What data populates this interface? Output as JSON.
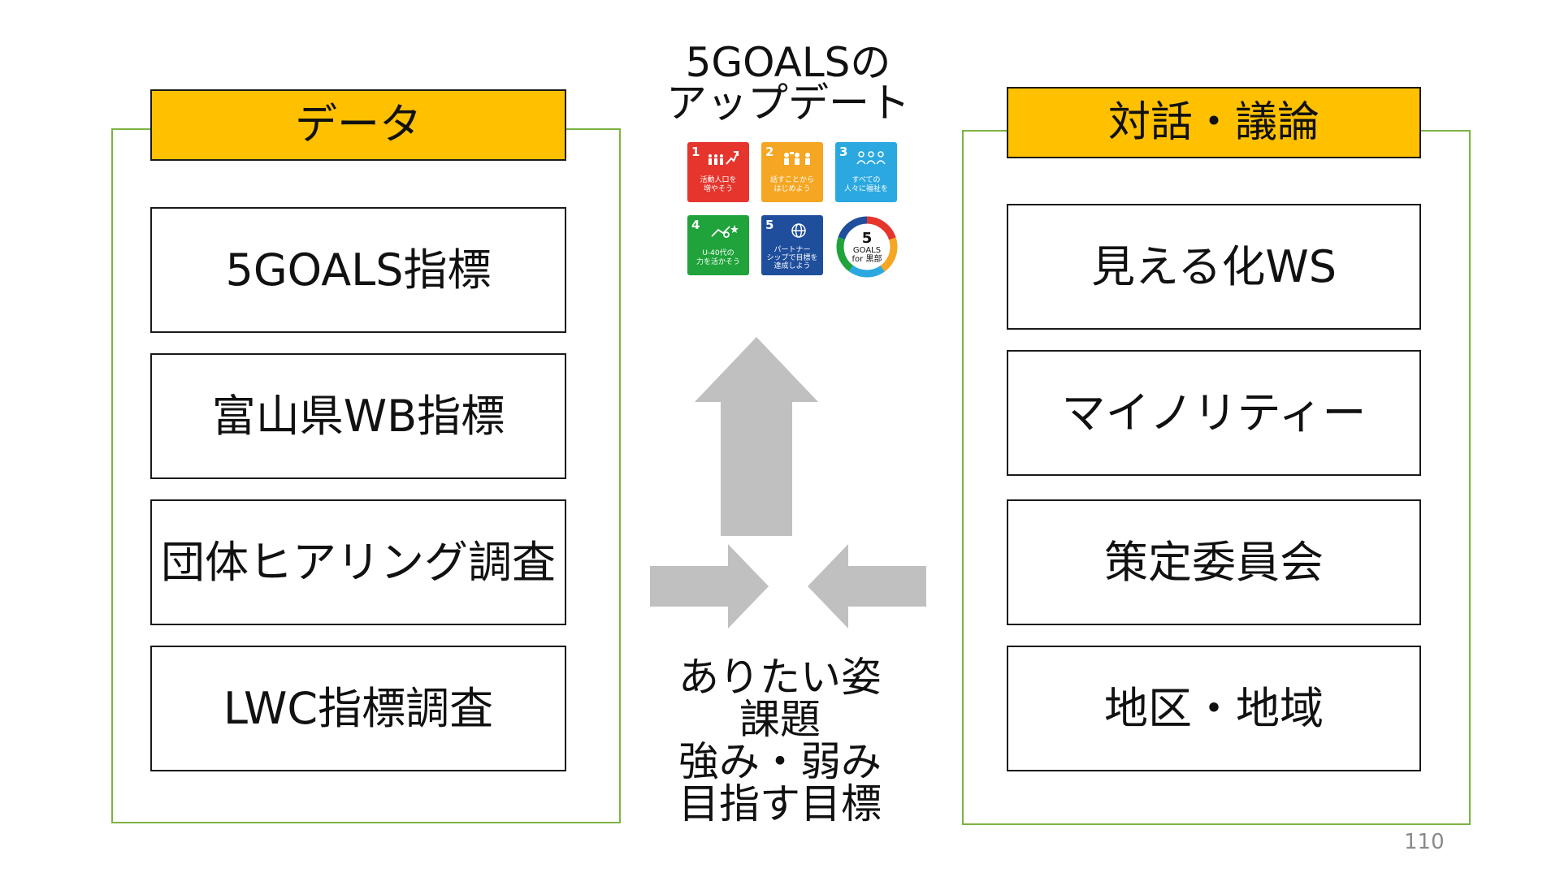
{
  "left_group": {
    "label": "データ",
    "items": [
      "5GOALS指標",
      "富山県WB指標",
      "団体ヒアリング調査",
      "LWC指標調査"
    ]
  },
  "right_group": {
    "label": "対話・議論",
    "items": [
      "見える化WS",
      "マイノリティー",
      "策定委員会",
      "地区・地域"
    ]
  },
  "center_title": [
    "5GOALSの",
    "アップデート"
  ],
  "goals": [
    {
      "number": "1",
      "text": "活動人口を\n増やそう",
      "color": "#e5352d",
      "icon": "people-growth-icon"
    },
    {
      "number": "2",
      "text": "話すことから\nはじめよう",
      "color": "#f5a623",
      "icon": "conversation-icon"
    },
    {
      "number": "3",
      "text": "すべての\n人々に福祉を",
      "color": "#2ba8e0",
      "icon": "community-icon"
    },
    {
      "number": "4",
      "text": "U-40代の\n力を活かそう",
      "color": "#1fa33a",
      "icon": "youth-power-icon"
    },
    {
      "number": "5",
      "text": "パートナー\nシップで目標を\n達成しよう",
      "color": "#1f4e9c",
      "icon": "globe-partnership-icon"
    }
  ],
  "goals_logo": {
    "number": "5",
    "line1": "GOALS",
    "line2": "for 黒部"
  },
  "bottom_text": [
    "ありたい姿",
    "課題",
    "強み・弱み",
    "目指す目標"
  ],
  "page_number": "110",
  "colors": {
    "label_fill": "#ffc000",
    "frame": "#7cb342",
    "arrow": "#c0c0c0"
  }
}
